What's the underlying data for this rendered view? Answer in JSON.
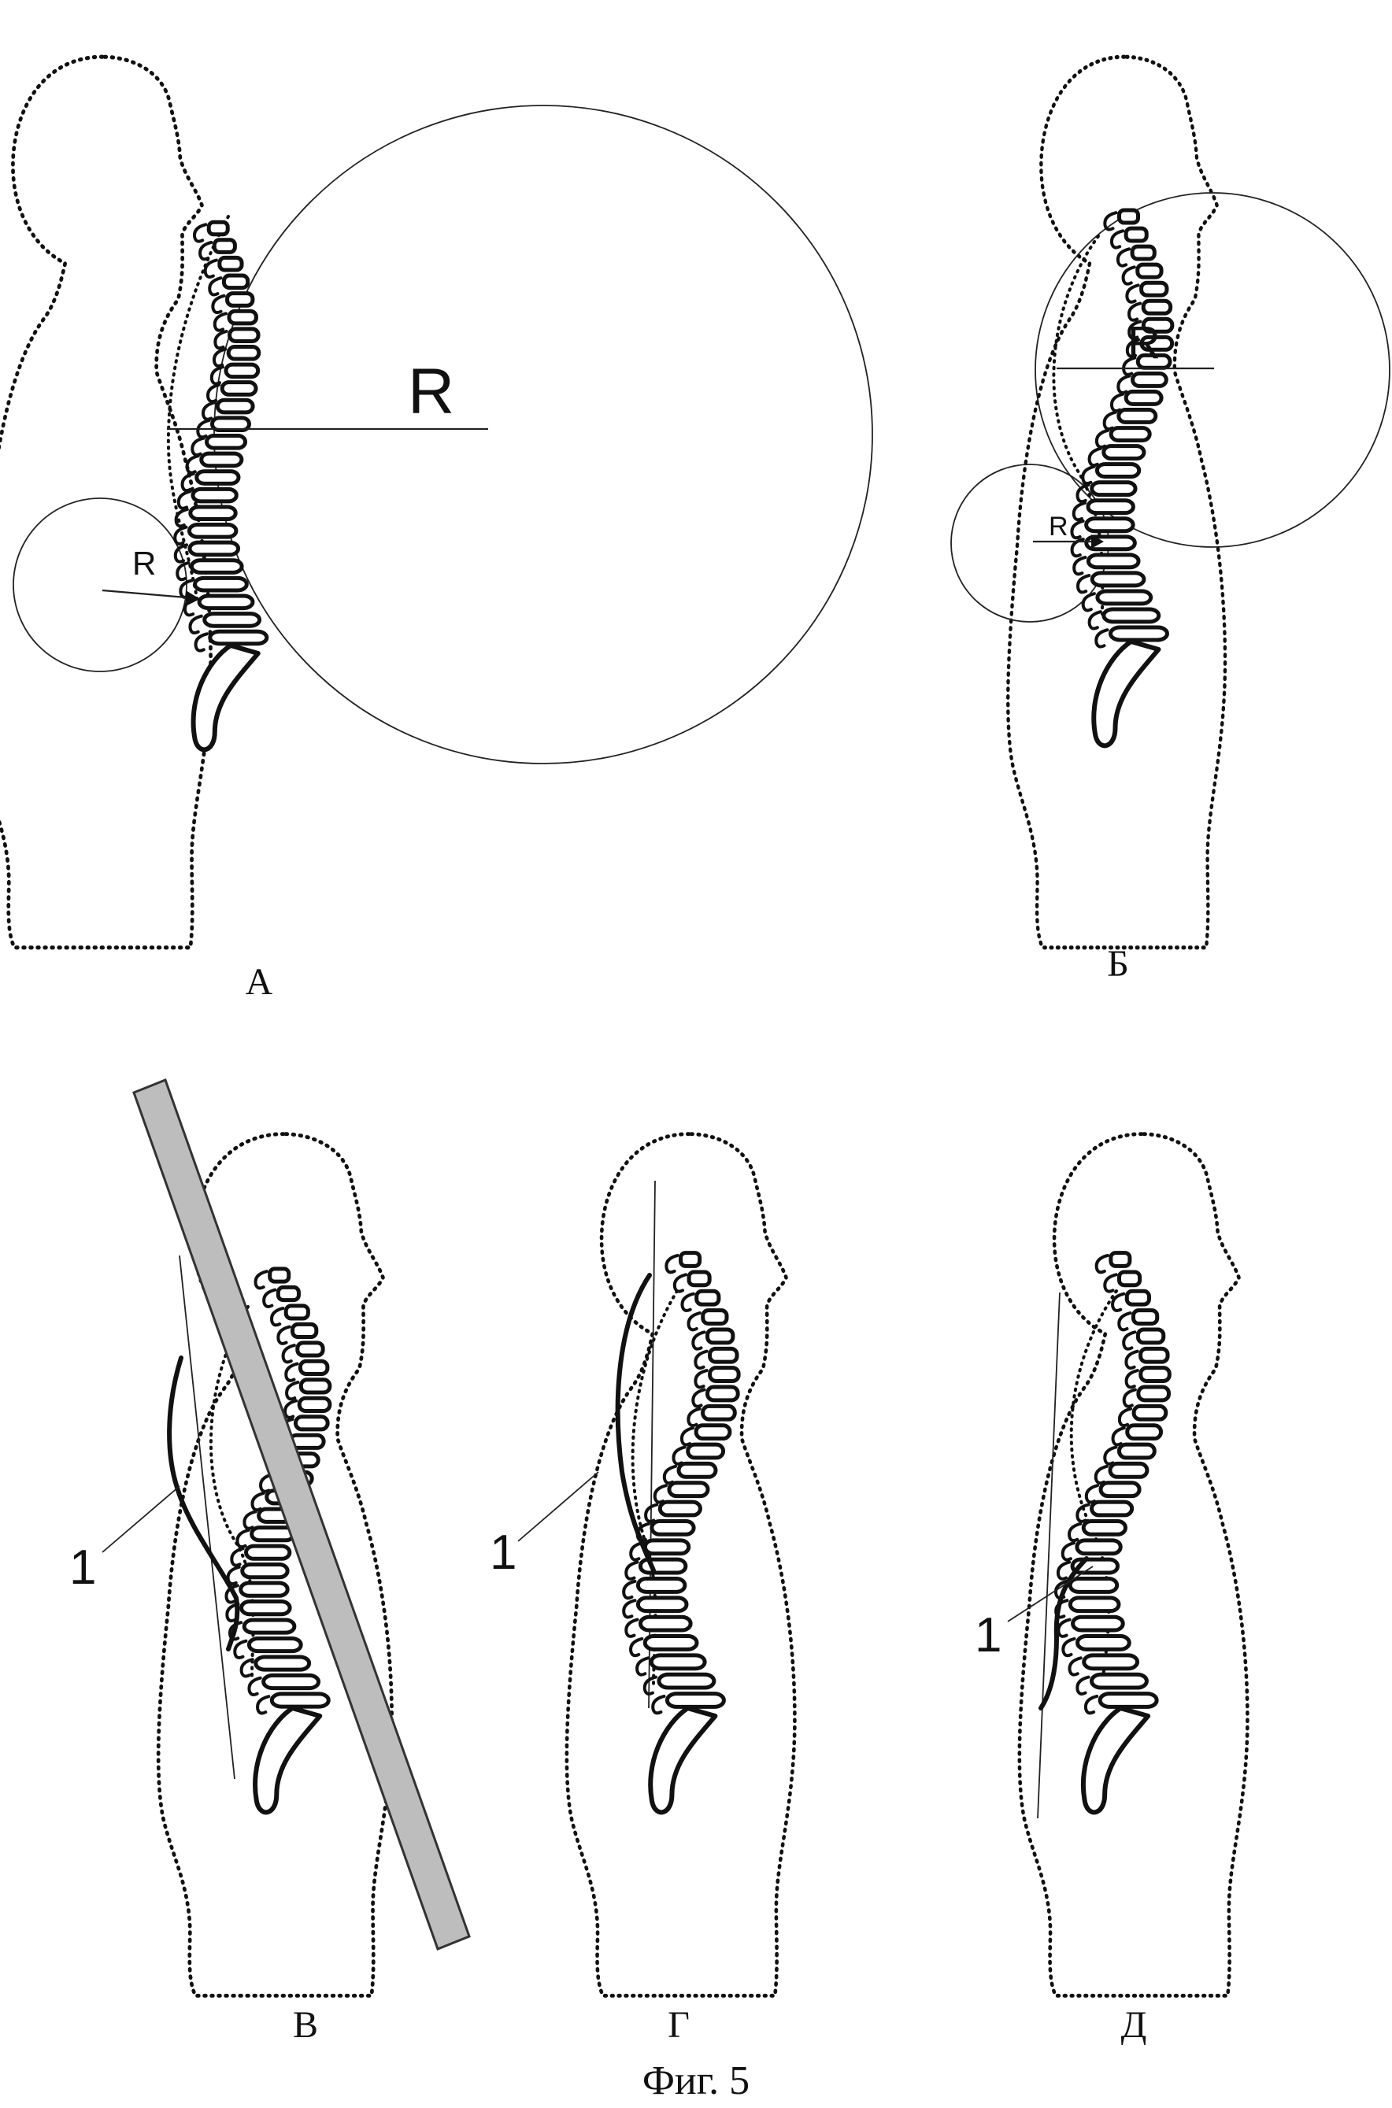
{
  "caption": "Фиг. 5",
  "panels": [
    {
      "id": "A",
      "label": "А",
      "radius_labels": [
        "R",
        "R"
      ]
    },
    {
      "id": "B",
      "label": "Б",
      "radius_labels": [
        "R",
        "R"
      ]
    },
    {
      "id": "V",
      "label": "В",
      "marker": "1"
    },
    {
      "id": "G",
      "label": "Г",
      "marker": "1"
    },
    {
      "id": "D",
      "label": "Д",
      "marker": "1"
    }
  ],
  "colors": {
    "line": "#111111",
    "board": "#bdbdbd",
    "background": "#ffffff"
  }
}
